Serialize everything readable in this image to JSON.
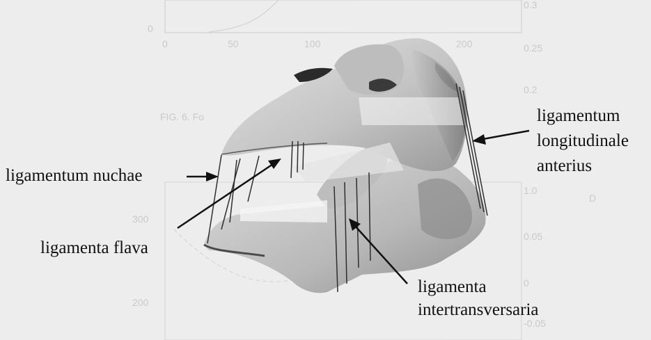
{
  "labels": {
    "nuchae": "ligamentum nuchae",
    "flava": "ligamenta flava",
    "longitudinale_1": "ligamentum",
    "longitudinale_2": "longitudinale",
    "longitudinale_3": "anterius",
    "intertransversaria_1": "ligamenta",
    "intertransversaria_2": "intertransversaria"
  },
  "colors": {
    "background": "#ededed",
    "bone_light": "#cfcfcf",
    "bone_mid": "#a9a9a9",
    "bone_dark": "#5a5a5a",
    "ligament": "#2e2e2e",
    "text": "#111111"
  },
  "bleed_through": {
    "caption": "FIG. 6. Fo",
    "x_ticks": [
      "0",
      "50",
      "100",
      "200"
    ],
    "y_ticks_left": [
      "0",
      "300",
      "200"
    ],
    "y_ticks_right": [
      "0.3",
      "0.25",
      "0.2",
      "1.0",
      "0.05",
      "0",
      "-0.05"
    ],
    "axis_label": "D"
  }
}
